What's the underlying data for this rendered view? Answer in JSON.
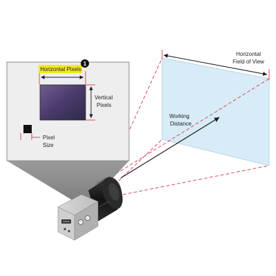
{
  "labels": {
    "horizontal_pixels": "Horizontal Pixels",
    "badge": "1",
    "vertical_pixels_line1": "Vertical",
    "vertical_pixels_line2": "Pixels",
    "pixel_size_line1": "Pixel",
    "pixel_size_line2": "Size",
    "hfov_line1": "Horizontal",
    "hfov_line2": "Field of View",
    "working_distance_line1": "Working",
    "working_distance_line2": "Distance"
  },
  "colors": {
    "highlight": "#f2ea1d",
    "dashed_line": "#d94a5a",
    "arrow": "#1a1a1a",
    "sensor_inset_bg": "#eeeeee",
    "fov_plane": "#d7ecf7",
    "sensor": "#4a3a6c",
    "pixel_swatch": "#111111",
    "cone": "#8e8e8e"
  },
  "icons": [
    "camera-body-icon",
    "lens-icon",
    "sensor-chip-icon",
    "numbered-badge-icon"
  ]
}
